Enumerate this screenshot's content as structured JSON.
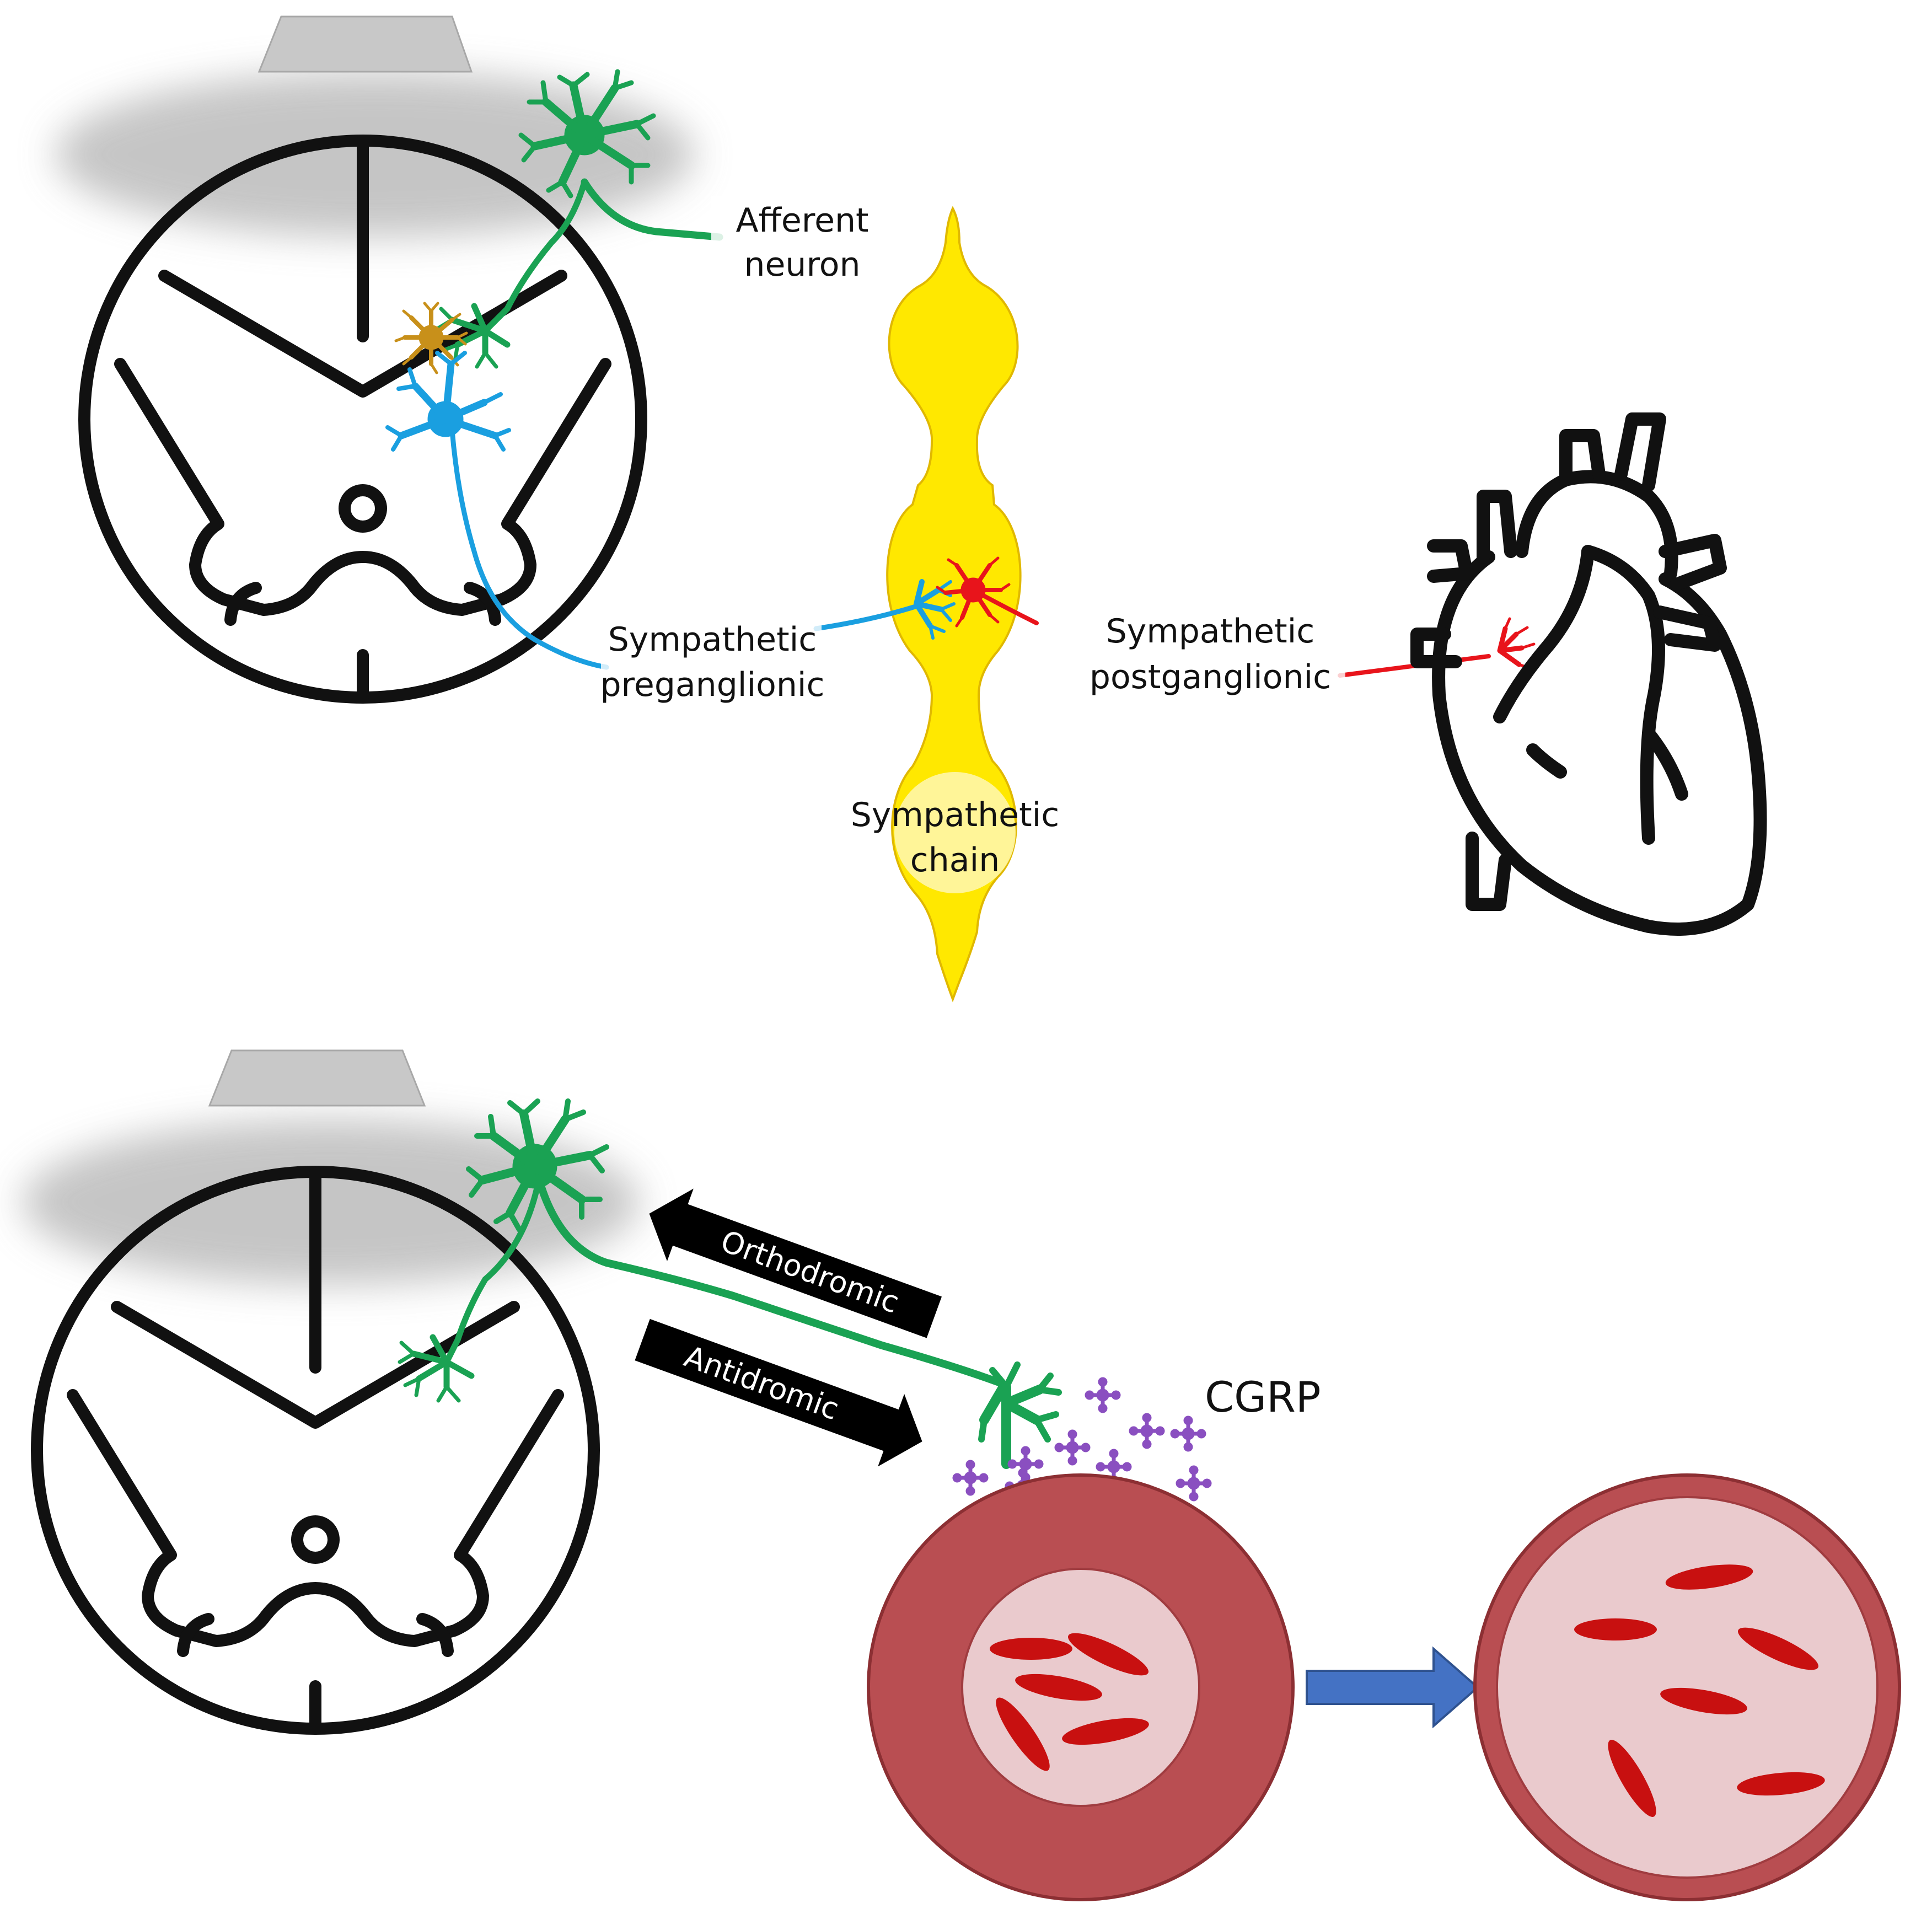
{
  "labels": {
    "afferent_line1": "Afferent",
    "afferent_line2": "neuron",
    "pre_line1": "Sympathetic",
    "pre_line2": "preganglionic",
    "post_line1": "Sympathetic",
    "post_line2": "postganglionic",
    "chain_line1": "Sympathetic",
    "chain_line2": "chain",
    "orthodromic": "Orthodromic",
    "antidromic": "Antidromic",
    "cgrp": "CGRP"
  },
  "colors": {
    "afferent_neuron": "#1aa253",
    "preganglionic_neuron": "#1a9fe0",
    "postganglionic_neuron": "#e8141b",
    "interneuron": "#c8901a",
    "sympathetic_chain": "#ffe800",
    "chain_outline": "#e0b800",
    "cgrp_molecule": "#8a4fc0",
    "vessel_wall": "#b94e52",
    "vessel_wall_edge": "#8c2f33",
    "vessel_lumen": "#eacacd",
    "red_blood_cell": "#c81010",
    "vasodilation_arrow": "#4472c4",
    "stimulus_block": "#c8c8c8"
  }
}
